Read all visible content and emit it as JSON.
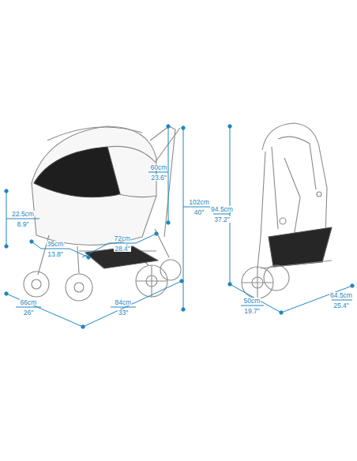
{
  "diagram": {
    "labels": [
      "60cm",
      "23.6\"",
      "102cm",
      "40\"",
      "22.5cm",
      "8.9\"",
      "35cm",
      "13.8\"",
      "72cm",
      "28.4\"",
      "66cm",
      "26\"",
      "84cm",
      "33\"",
      "94.5cm",
      "37.2\"",
      "50cm",
      "19.7\"",
      "64.5cm",
      "25.4\""
    ]
  }
}
